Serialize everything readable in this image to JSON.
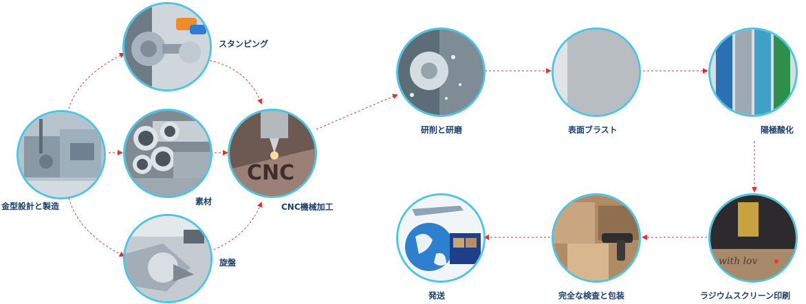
{
  "steps": {
    "mold": "金型設計と製造",
    "stamping": "スタンピング",
    "material": "素材",
    "lathe": "旋盤",
    "cnc": "CNC機械加工",
    "grinding": "研削と研磨",
    "blasting": "表面ブラスト",
    "anodizing": "陽極酸化",
    "screen_print": "ラジウムスクリーン印刷",
    "inspection": "完全な検査と包装",
    "shipping": "発送"
  },
  "colors": {
    "ring": "#4fc3e3",
    "arrow": "#d9362b",
    "label": "#1c3f6e"
  },
  "icons": {
    "mold": "mold-machine-image",
    "stamping": "lathe-tooling-image",
    "material": "metal-tubes-image",
    "lathe": "turned-part-image",
    "cnc": "laser-engraving-image",
    "grinding": "water-grinding-image",
    "blasting": "blasted-surface-image",
    "anodizing": "anodized-tubes-image",
    "screen_print": "laser-printing-image",
    "inspection": "barcode-scanner-image",
    "shipping": "globe-container-image"
  }
}
